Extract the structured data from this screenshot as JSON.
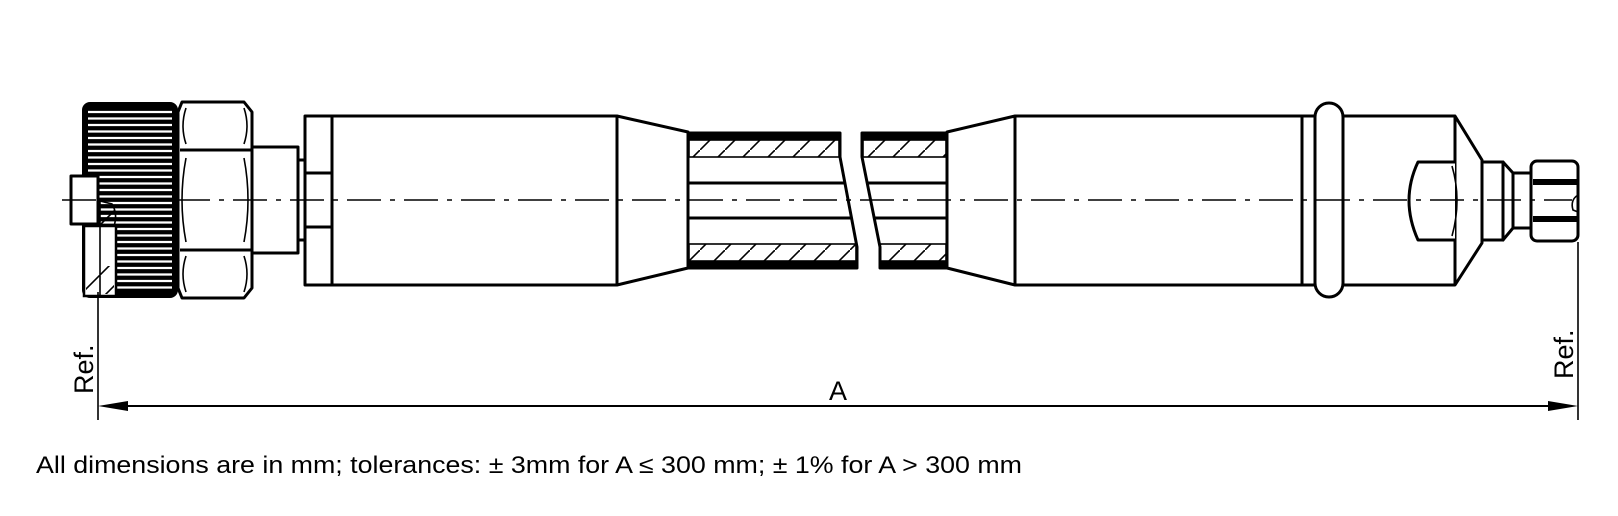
{
  "drawing": {
    "ref_left": "Ref.",
    "ref_right": "Ref.",
    "dimension_label": "A",
    "note": "All dimensions are in mm; tolerances: ± 3mm for A ≤ 300 mm; ± 1% for A > 300 mm"
  },
  "colors": {
    "line": "#000000",
    "background": "#ffffff"
  }
}
